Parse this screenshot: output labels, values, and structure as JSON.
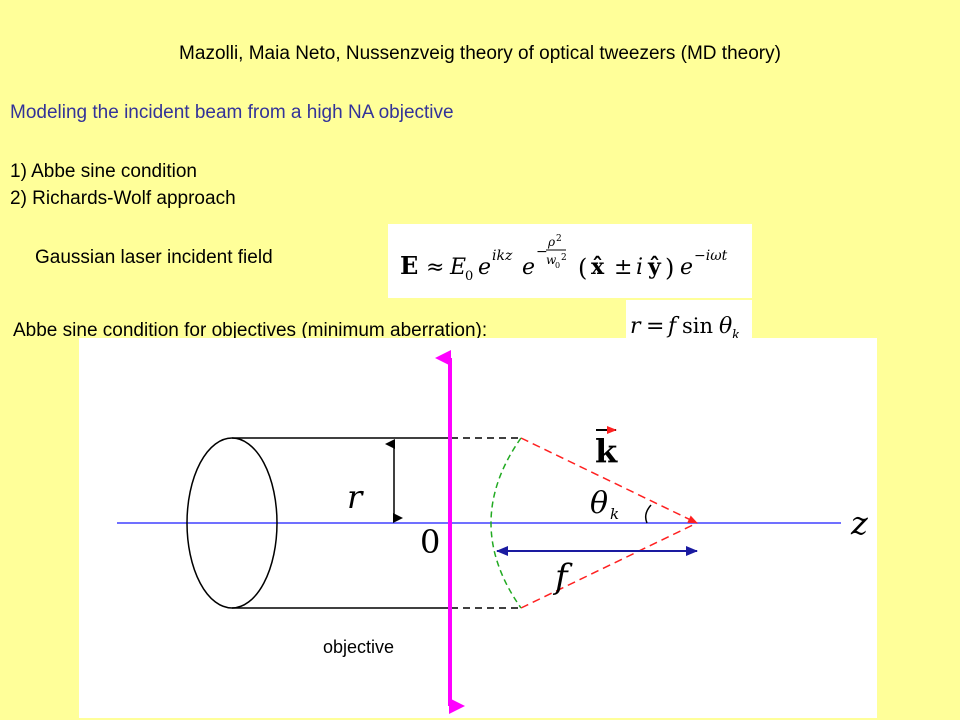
{
  "slide": {
    "title": "Mazolli, Maia Neto, Nussenzveig theory of optical tweezers (MD theory)",
    "subtitle": "Modeling the incident beam from a high NA objective",
    "items": [
      "1) Abbe sine condition",
      "2) Richards-Wolf approach"
    ],
    "gaussian_label": "Gaussian laser incident field",
    "abbe_label": "Abbe sine condition for objectives (minimum aberration):"
  },
  "equations": {
    "gaussian_field": "E ≈ E0 e^{ikz} e^{-ρ²/w0²} (x̂ ± i ŷ) e^{-iωt}",
    "abbe_condition": "r = f sin θk"
  },
  "diagram": {
    "labels": {
      "r": "r",
      "zero": "0",
      "k": "k",
      "theta": "θ",
      "theta_sub": "k",
      "f": "f",
      "z": "z",
      "objective": "objective"
    },
    "colors": {
      "axis": "#4040ff",
      "lens": "#ff00ff",
      "rays": "#ff2020",
      "wavefront": "#22aa22",
      "focal_arrow": "#1a1aa0"
    }
  }
}
